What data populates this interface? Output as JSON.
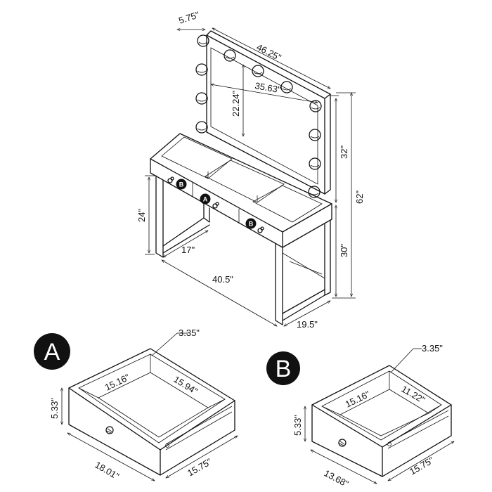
{
  "vanity": {
    "dims": {
      "mirror_depth": "5.75\"",
      "mirror_width": "46.25\"",
      "mirror_glass_width": "35.63\"",
      "mirror_glass_height": "22.24\"",
      "mirror_height": "32\"",
      "total_height": "62\"",
      "leg_clearance": "24\"",
      "inner_depth": "17\"",
      "table_height": "30\"",
      "table_width": "40.5\"",
      "table_depth": "19.5\""
    },
    "drawer_markers": [
      "B",
      "A",
      "B"
    ]
  },
  "drawer_a": {
    "badge": "A",
    "dims": {
      "top_gap": "3.35\"",
      "inner_width": "15.16\"",
      "inner_depth": "15.94\"",
      "height": "5.33\"",
      "front_width": "18.01\"",
      "depth": "15.75\""
    }
  },
  "drawer_b": {
    "badge": "B",
    "dims": {
      "top_gap": "3.35\"",
      "inner_width": "15.16\"",
      "inner_depth": "11.22\"",
      "height": "5.33\"",
      "front_width": "13.68\"",
      "depth": "15.75\""
    }
  }
}
